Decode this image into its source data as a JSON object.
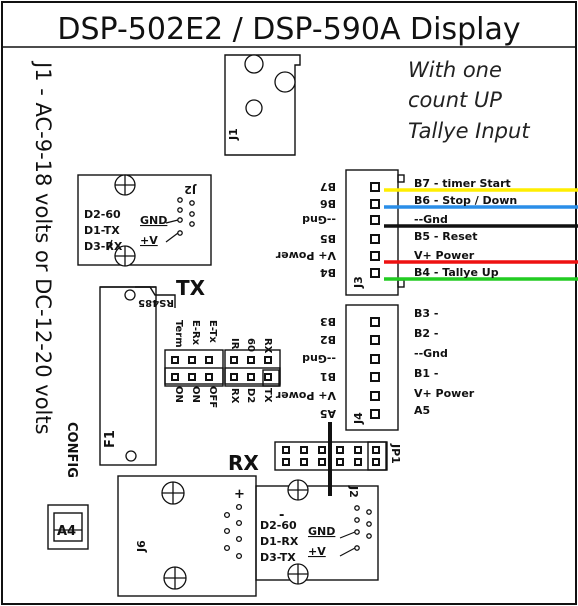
{
  "title": "DSP-502E2 / DSP-590A Display",
  "note": [
    "With one",
    "count UP",
    "Tallye Input"
  ],
  "side_label": "J1 - AC-9-18 volts or DC-12-20 volts",
  "connectors": {
    "j1": "J1",
    "j3": "J3",
    "j4": "J4",
    "j6": "J6",
    "j2_top": "J2",
    "j2_bottom": "J2",
    "f1": "F1",
    "a4": "A4",
    "jp1": "JP1",
    "config": "CONFIG",
    "tx": "TX",
    "rx": "RX"
  },
  "j3_pins": [
    "B7",
    "B6",
    "--Gnd",
    "B5",
    "V+ Power",
    "B4"
  ],
  "j4_pins": [
    "B3",
    "B2",
    "--Gnd",
    "B1",
    "V+ Power",
    "A5"
  ],
  "j3_wires": [
    {
      "label": "B7 - timer Start",
      "color": "#ffee00"
    },
    {
      "label": "B6 - Stop / Down",
      "color": "#2a8ee8"
    },
    {
      "label": "--Gnd",
      "color": "#111111"
    },
    {
      "label": "B5 - Reset",
      "color": ""
    },
    {
      "label": "V+ Power",
      "color": "#ee1111"
    },
    {
      "label": "B4 - Tallye Up",
      "color": "#22cc22"
    }
  ],
  "j4_outputs": [
    "B3 -",
    "B2 -",
    "--Gnd",
    "B1 -",
    "V+ Power",
    "A5"
  ],
  "j2_top_labels": {
    "d2": "D2-60",
    "d1": "D1-TX",
    "d3": "D3-RX",
    "gnd": "GND",
    "vplus": "+V"
  },
  "j2_bottom_labels": {
    "d2": "D2-60",
    "d1": "D1-RX",
    "d3": "D3-TX",
    "gnd": "GND",
    "vplus": "+V"
  },
  "rs485": {
    "name": "RS485",
    "cols": [
      "Term",
      "E-Rx",
      "E-Tx"
    ],
    "states": [
      "ON",
      "ON",
      "OFF"
    ]
  },
  "mode": {
    "cols": [
      "IR",
      "60",
      "RX"
    ],
    "states": [
      "RX",
      "D2",
      "TX"
    ]
  },
  "j6_plus": "+",
  "j2_minus": "-"
}
